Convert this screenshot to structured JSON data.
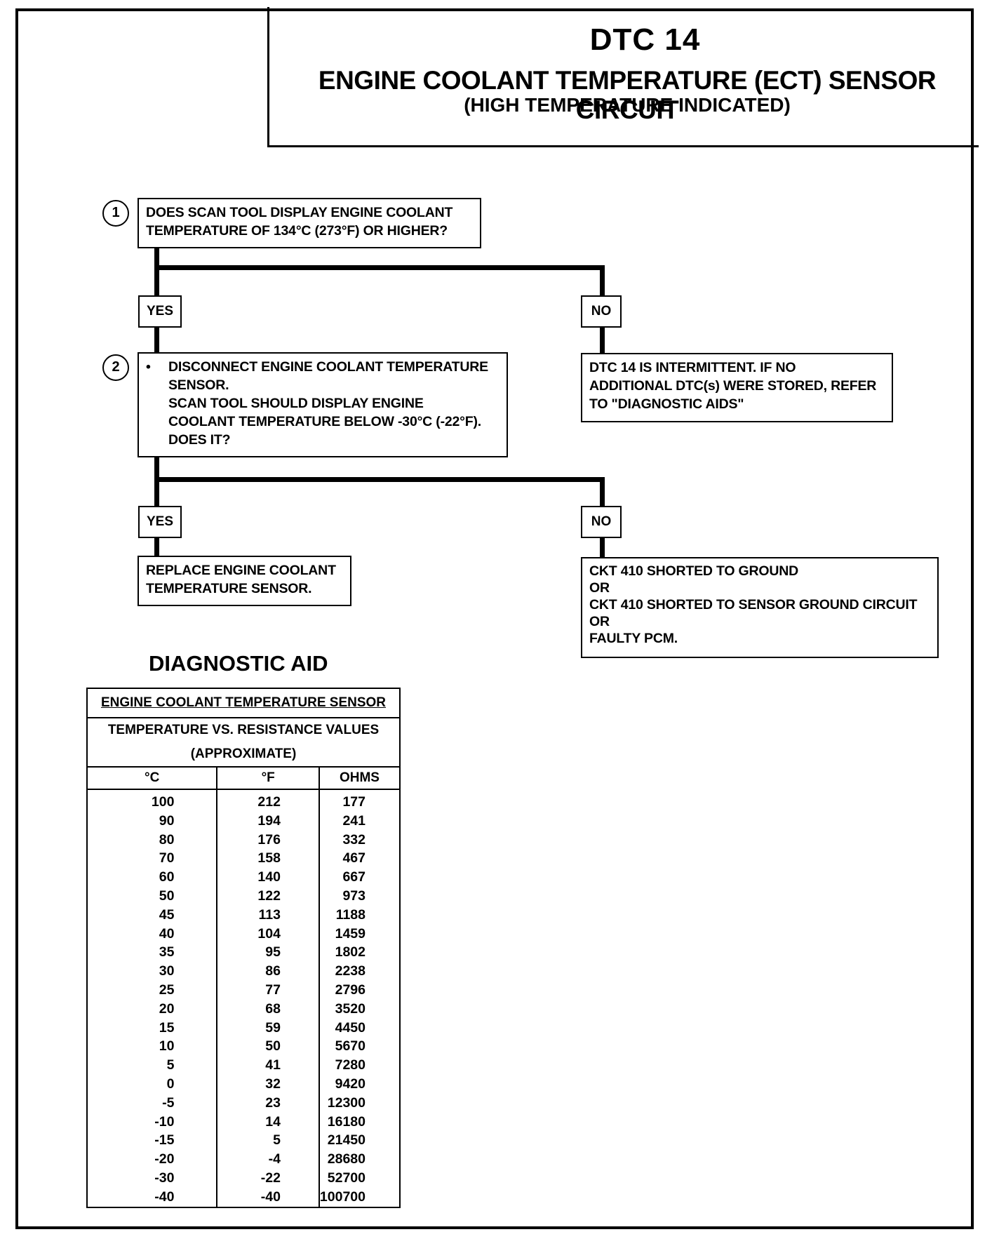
{
  "header": {
    "code": "DTC 14",
    "title": "ENGINE COOLANT TEMPERATURE (ECT) SENSOR CIRCUIT",
    "subtitle": "(HIGH TEMPERATURE INDICATED)"
  },
  "flow": {
    "step1": {
      "number": "1",
      "lines": [
        "DOES SCAN TOOL DISPLAY ENGINE COOLANT",
        "TEMPERATURE OF 134°C (273°F) OR HIGHER?"
      ]
    },
    "branch1": {
      "yes": "YES",
      "no": "NO"
    },
    "no1_result": {
      "lines": [
        "DTC 14 IS INTERMITTENT.  IF NO",
        "ADDITIONAL DTC(s) WERE STORED, REFER",
        "TO \"DIAGNOSTIC AIDS\""
      ]
    },
    "step2": {
      "number": "2",
      "bullet": "•",
      "lines": [
        "DISCONNECT ENGINE COOLANT TEMPERATURE",
        "SENSOR.",
        "SCAN TOOL SHOULD DISPLAY ENGINE",
        "COOLANT TEMPERATURE BELOW -30°C (-22°F).",
        "DOES IT?"
      ]
    },
    "branch2": {
      "yes": "YES",
      "no": "NO"
    },
    "yes2_result": {
      "lines": [
        "REPLACE ENGINE COOLANT",
        "TEMPERATURE SENSOR."
      ]
    },
    "no2_result": {
      "lines": [
        "CKT 410  SHORTED TO GROUND",
        "OR",
        "CKT 410 SHORTED TO SENSOR GROUND CIRCUIT",
        "OR",
        "FAULTY PCM."
      ]
    }
  },
  "diagnostic_aid": {
    "title": "DIAGNOSTIC AID",
    "caption1": "ENGINE COOLANT TEMPERATURE SENSOR",
    "caption2": "TEMPERATURE VS. RESISTANCE VALUES",
    "caption3": "(APPROXIMATE)",
    "columns": [
      "°C",
      "°F",
      "OHMS"
    ],
    "rows": [
      [
        "100",
        "212",
        "177"
      ],
      [
        "90",
        "194",
        "241"
      ],
      [
        "80",
        "176",
        "332"
      ],
      [
        "70",
        "158",
        "467"
      ],
      [
        "60",
        "140",
        "667"
      ],
      [
        "50",
        "122",
        "973"
      ],
      [
        "45",
        "113",
        "1188"
      ],
      [
        "40",
        "104",
        "1459"
      ],
      [
        "35",
        "95",
        "1802"
      ],
      [
        "30",
        "86",
        "2238"
      ],
      [
        "25",
        "77",
        "2796"
      ],
      [
        "20",
        "68",
        "3520"
      ],
      [
        "15",
        "59",
        "4450"
      ],
      [
        "10",
        "50",
        "5670"
      ],
      [
        "5",
        "41",
        "7280"
      ],
      [
        "0",
        "32",
        "9420"
      ],
      [
        "-5",
        "23",
        "12300"
      ],
      [
        "-10",
        "14",
        "16180"
      ],
      [
        "-15",
        "5",
        "21450"
      ],
      [
        "-20",
        "-4",
        "28680"
      ],
      [
        "-30",
        "-22",
        "52700"
      ],
      [
        "-40",
        "-40",
        "100700"
      ]
    ]
  }
}
